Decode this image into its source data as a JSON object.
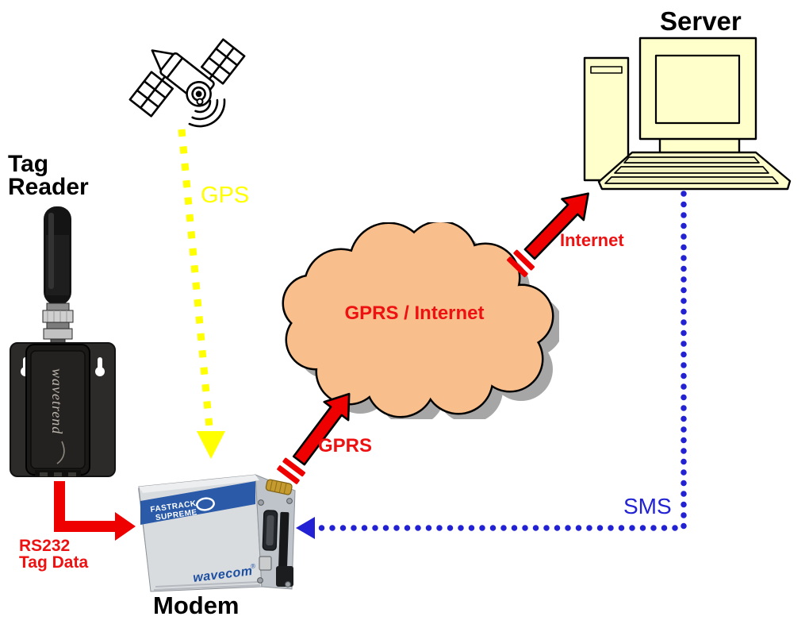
{
  "labels": {
    "tag_reader": "Tag\nReader",
    "server": "Server",
    "modem": "Modem"
  },
  "cloud": {
    "label": "GPRS / Internet",
    "fill": "#f8be8c",
    "shadow": "#a6a6a6",
    "text_color": "#ee1111"
  },
  "links": {
    "gps": {
      "label": "GPS",
      "color": "#ffff00",
      "style": "dotted"
    },
    "gprs": {
      "label": "GPRS",
      "color": "#ee0000",
      "style": "solid-arrow"
    },
    "internet": {
      "label": "Internet",
      "color": "#ee0000",
      "style": "solid-arrow"
    },
    "sms": {
      "label": "SMS",
      "color": "#2222d4",
      "style": "dotted"
    },
    "rs232": {
      "label": "RS232\nTag Data",
      "color": "#ee0000",
      "style": "solid-arrow"
    }
  },
  "devices": {
    "tag_reader": {
      "brand": "wavetrend"
    },
    "modem": {
      "brand": "wavecom",
      "brand_mark": "®",
      "model_line1": "FASTRACK",
      "model_line2": "SUPREME",
      "stripe_color": "#2a5aa8"
    },
    "server": {
      "fill": "#ffffcc"
    }
  },
  "icons": {
    "satellite": "gps-satellite-icon",
    "server": "desktop-computer-icon",
    "cloud": "network-cloud-shape"
  }
}
